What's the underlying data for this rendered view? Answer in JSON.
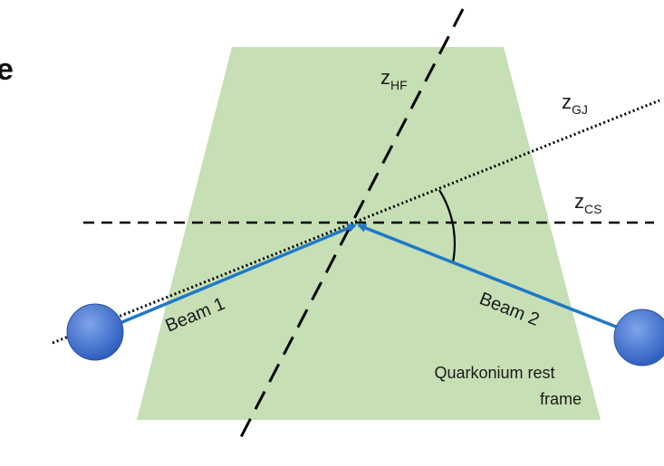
{
  "edge_text": "e",
  "axes": {
    "hf": {
      "main": "z",
      "sub": "HF"
    },
    "gj": {
      "main": "z",
      "sub": "GJ"
    },
    "cs": {
      "main": "z",
      "sub": "CS"
    }
  },
  "beams": {
    "beam1": "Beam 1",
    "beam2": "Beam 2"
  },
  "frame_label": {
    "line1": "Quarkonium rest",
    "line2": "frame"
  },
  "colors": {
    "frame_fill": "#c6dfb5",
    "beam_line": "#1f78c8",
    "sphere_base": "#3f6fcf",
    "sphere_light": "#7ea4ea",
    "axis_line": "#000000"
  }
}
